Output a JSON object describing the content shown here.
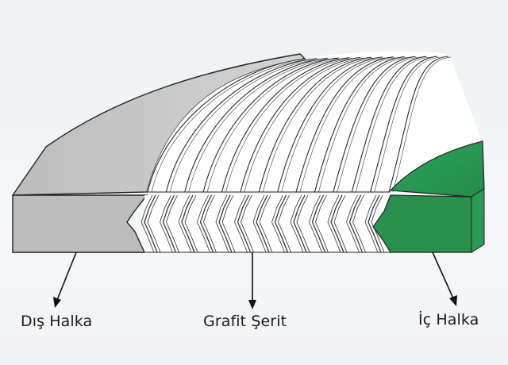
{
  "labels": {
    "outer_ring": "Dış Halka",
    "filler": "Grafit Şerit",
    "inner_ring": "İç Halka"
  },
  "colors": {
    "outer_ring": "#c9c9c9",
    "outer_ring_front": "#bdbdbd",
    "winding": "#ffffff",
    "winding_line": "#2b2b2b",
    "inner_ring": "#2d9a56",
    "inner_ring_front": "#2a8f4f",
    "outline": "#222222"
  }
}
